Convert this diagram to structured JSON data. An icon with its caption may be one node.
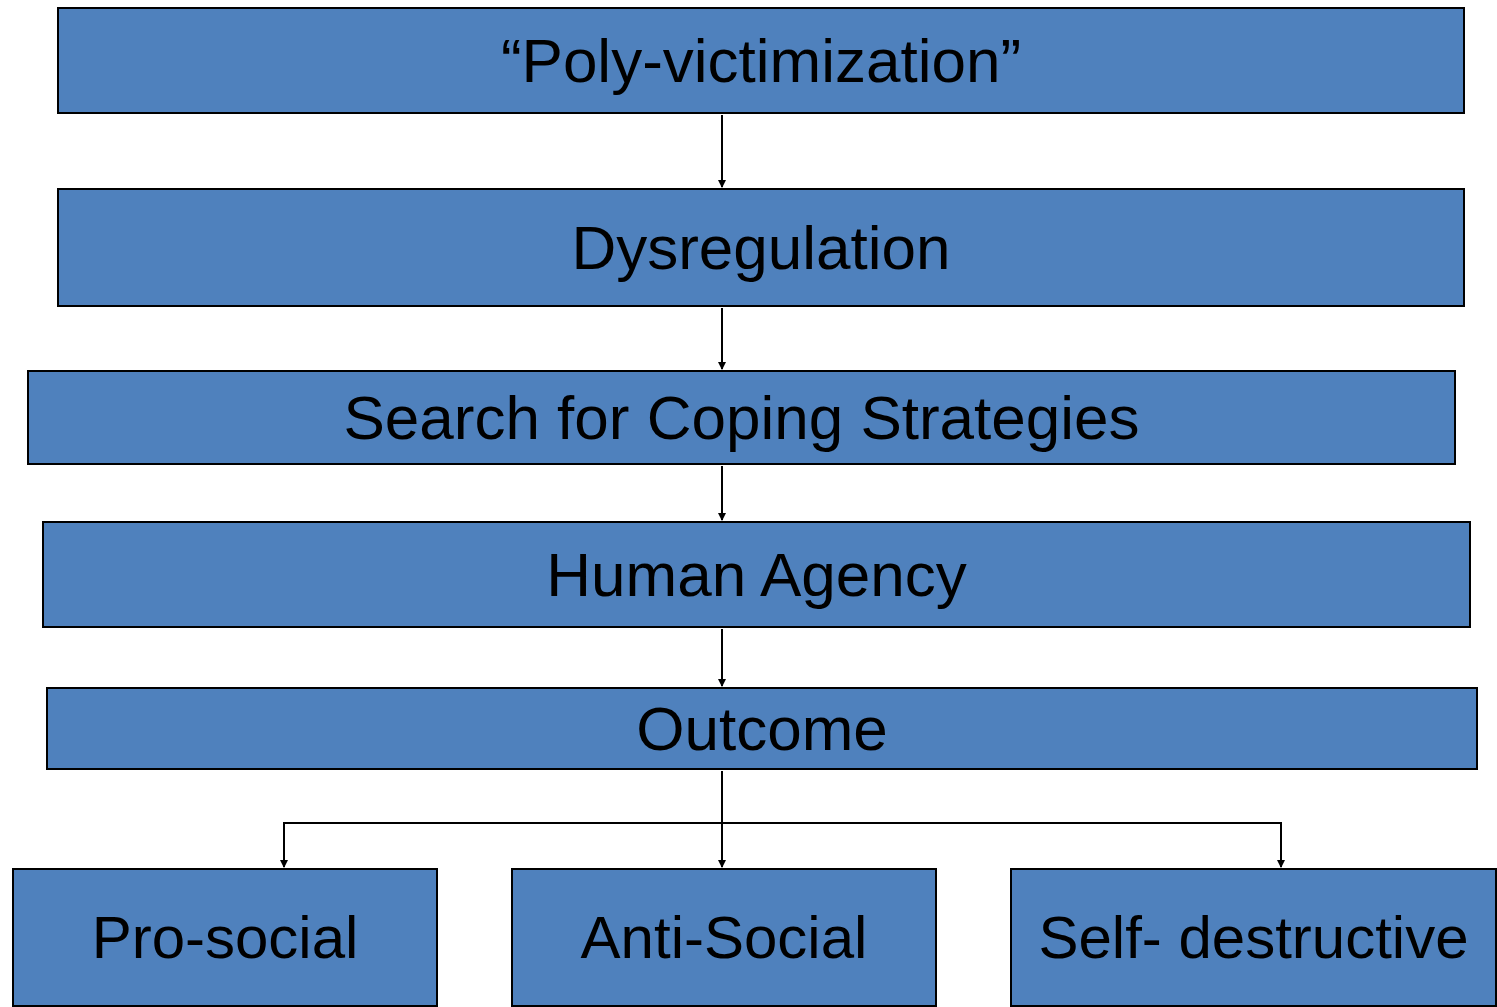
{
  "diagram": {
    "nodes": [
      {
        "text": [
          "“Poly-victimization”"
        ]
      },
      {
        "text": [
          "Dysregulation"
        ]
      },
      {
        "text": [
          "Search for Coping Strategies"
        ]
      },
      {
        "text": [
          "Human Agency"
        ]
      },
      {
        "text": [
          "Outcome"
        ]
      },
      {
        "text": [
          "Pro-social"
        ]
      },
      {
        "text": [
          "Anti-Social"
        ]
      },
      {
        "text": [
          "Self- destructive"
        ]
      }
    ],
    "edges": [
      {
        "from": 0,
        "to": 1,
        "arrow": "to"
      },
      {
        "from": 1,
        "to": 2,
        "arrow": "to"
      },
      {
        "from": 2,
        "to": 3,
        "arrow": "to"
      },
      {
        "from": 3,
        "to": 4,
        "arrow": "to"
      },
      {
        "from": 4,
        "to": 5,
        "arrow": "to"
      },
      {
        "from": 4,
        "to": 6,
        "arrow": "to"
      },
      {
        "from": 4,
        "to": 7,
        "arrow": "to"
      }
    ]
  }
}
